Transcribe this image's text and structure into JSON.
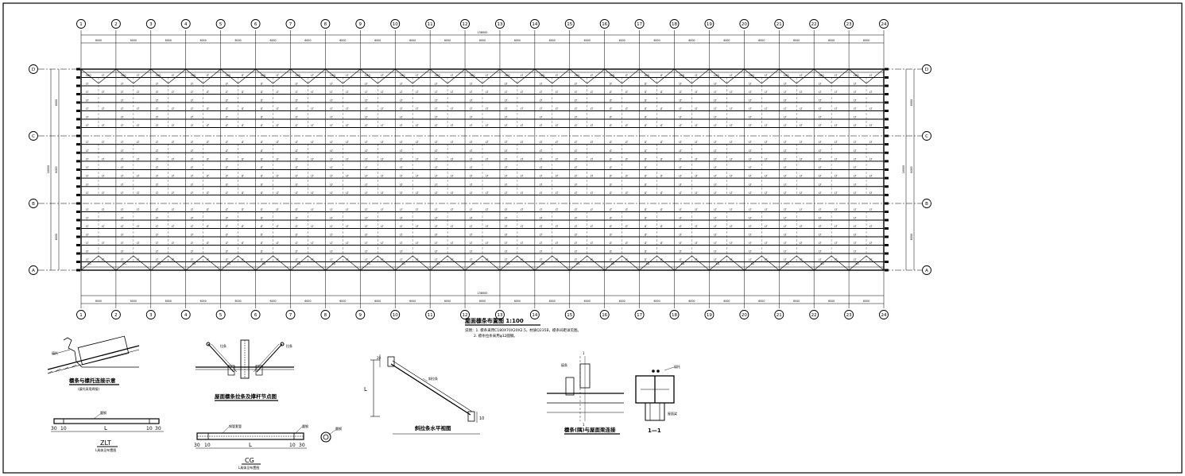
{
  "plan": {
    "columns": [
      "1",
      "2",
      "3",
      "4",
      "5",
      "6",
      "7",
      "8",
      "9",
      "10",
      "11",
      "12",
      "13",
      "14",
      "15",
      "16",
      "17",
      "18",
      "19",
      "20",
      "21",
      "22",
      "23",
      "24"
    ],
    "rows": [
      "D",
      "C",
      "B",
      "A"
    ],
    "bay_label": "6000",
    "overall_label": "138000",
    "side_bay_label": "6000",
    "side_overall_label": "18000",
    "purlin_label": "LT",
    "brace_label": "XG",
    "title": "屋面檩条布置图 1:100",
    "note1": "说明：1. 檩条采用C180X70X20X2.5，材质Q235B，檩条间距详见图。",
    "note2": "2. 檩条拉条采用φ12圆钢。"
  },
  "details": {
    "d1": {
      "title": "檩条与檩托连接示意",
      "sub": "(檩托采用焊接)",
      "tag": "檩托"
    },
    "d2": {
      "title": "屋面檩条拉条及撑杆节点图",
      "tag_l": "拉条",
      "tag_r": "拉条"
    },
    "d3": {
      "title": "斜拉条水平视图",
      "dim": "L",
      "tag": "斜拉条",
      "d_top": "20",
      "d_bot": "10"
    },
    "d4": {
      "title": "檩条(隅)与屋面梁连接",
      "tag": "檩条",
      "section_mark": "1"
    },
    "d5": {
      "title": "1—1",
      "tag_l": "檩托",
      "tag_r": "屋面梁"
    },
    "zlt": {
      "name": "ZLT",
      "sub": "L具体见布置图",
      "dim_l1": "30",
      "dim_l2": "10",
      "dim_r1": "10",
      "dim_r2": "30",
      "len": "L",
      "tag": "圆钢"
    },
    "cg": {
      "name": "CG",
      "sub": "L具体见布置图",
      "dim_l1": "30",
      "dim_l2": "10",
      "dim_r1": "10",
      "dim_r2": "30",
      "len": "L",
      "tag_l": "钢管套管",
      "tag_r": "圆钢",
      "tag_c": "圆钢"
    }
  },
  "colors": {
    "line": "#000000",
    "background": "#ffffff"
  }
}
